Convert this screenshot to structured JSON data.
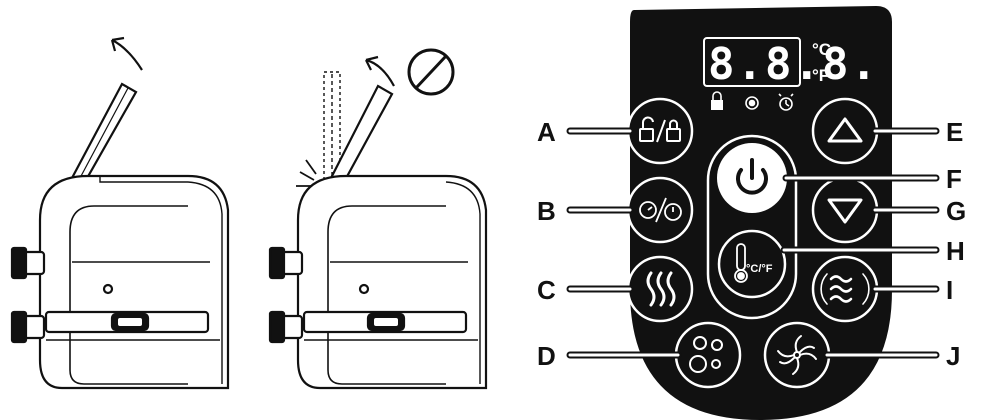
{
  "panel": {
    "display_value": "8.8.8.",
    "unit_celsius": "°C",
    "unit_fahrenheit": "°F",
    "heat_button_text": "°C/°F"
  },
  "callouts": [
    "A",
    "B",
    "C",
    "D",
    "E",
    "F",
    "G",
    "H",
    "I",
    "J"
  ],
  "icons": {
    "A": "lock-unlock-icon",
    "B": "timer-icon",
    "C": "heat-waves-icon",
    "D": "bubbles-icon",
    "E": "up-arrow-icon",
    "F": "power-icon",
    "G": "down-arrow-icon",
    "H": "thermometer-icon",
    "I": "water-filter-icon",
    "J": "jets-icon"
  },
  "colors": {
    "panel": "#111111",
    "button": "#111111",
    "outline": "#ffffff",
    "power_button": "#ffffff"
  }
}
